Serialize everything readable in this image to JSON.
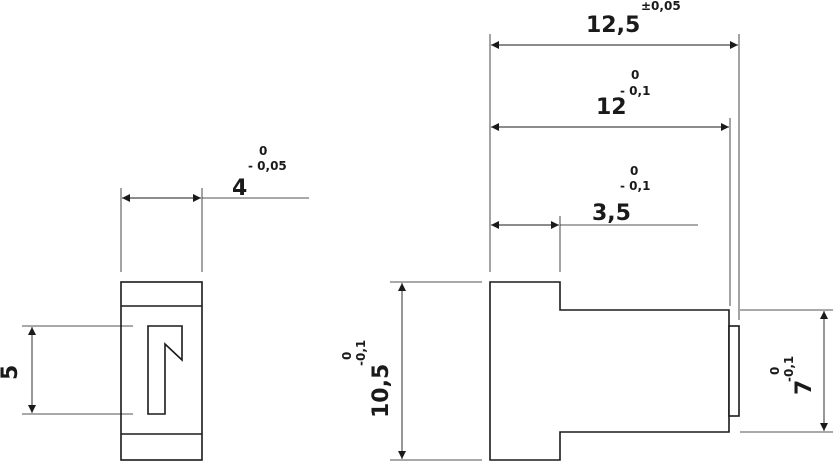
{
  "drawing": {
    "width_dim": {
      "value": "4",
      "tol_upper": "0",
      "tol_lower": "- 0,05"
    },
    "height_dim": {
      "value": "5"
    },
    "total_length": {
      "value": "12,5",
      "tol": "±0,05"
    },
    "body_length": {
      "value": "12",
      "tol_upper": "0",
      "tol_lower": "- 0,1"
    },
    "step_length": {
      "value": "3,5",
      "tol_upper": "0",
      "tol_lower": "- 0,1"
    },
    "head_height": {
      "value": "10,5",
      "tol_upper": "0",
      "tol_lower": "-0,1"
    },
    "body_height": {
      "value": "7",
      "tol_upper": "0",
      "tol_lower": "-0,1"
    }
  }
}
